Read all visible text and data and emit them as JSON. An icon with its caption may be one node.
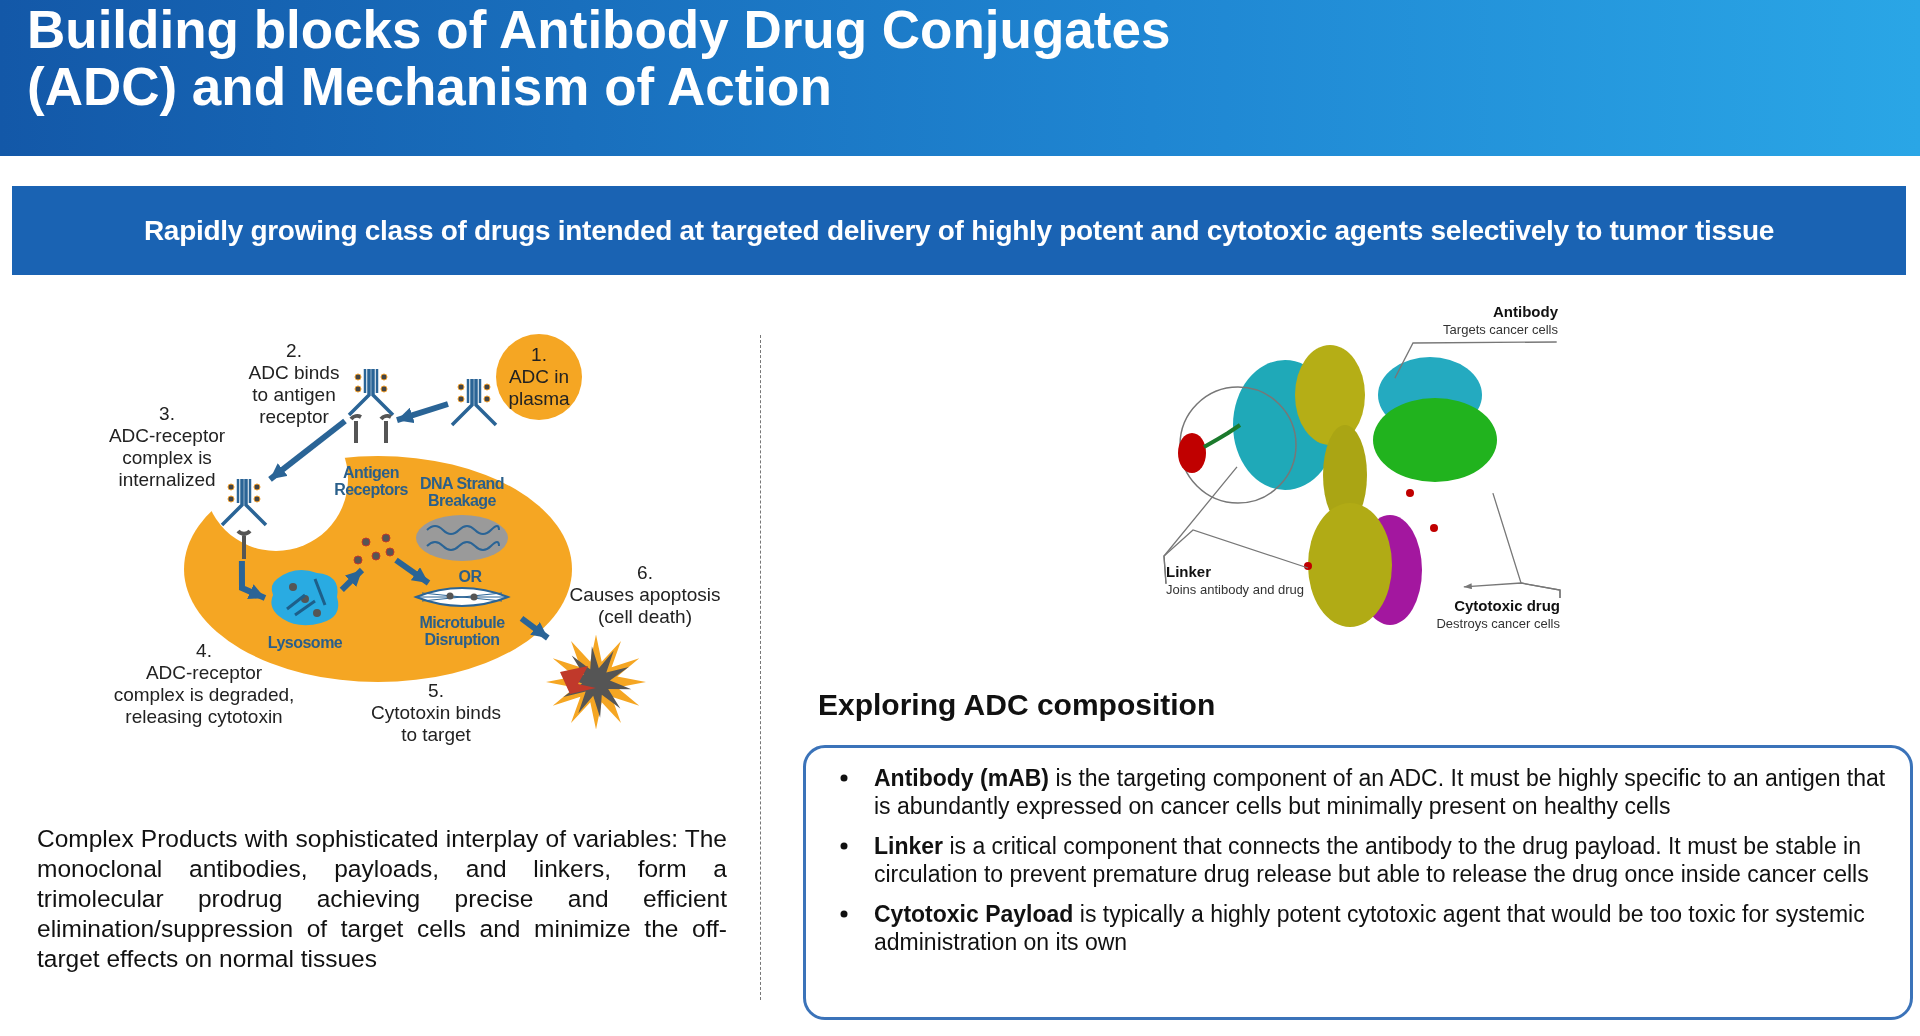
{
  "diagram": {
    "title": "Building blocks of Antibody Drug Conjugates (ADC) and Mechanism of Action",
    "nodes": [
      {
        "text": [
          "1.",
          "ADC in plasma"
        ]
      },
      {
        "text": [
          "2.",
          "ADC binds to antigen receptor"
        ]
      },
      {
        "text": [
          "3.",
          "ADC-receptor complex is internalized"
        ]
      },
      {
        "text": [
          "4.",
          "ADC-receptor complex is degraded, releasing cytotoxin"
        ]
      },
      {
        "text": [
          "5.",
          "Cytotoxin binds to target"
        ]
      },
      {
        "text": [
          "6.",
          "Causes apoptosis (cell death)"
        ]
      },
      {
        "text": [
          "Antigen Receptors"
        ]
      },
      {
        "text": [
          "Lysosome"
        ],
        "in": 6
      },
      {
        "text": [
          "DNA Strand Breakage"
        ],
        "in": 6
      },
      {
        "text": [
          "Microtubule Disruption"
        ],
        "in": 6
      },
      {
        "text": [],
        "shape": "picture"
      },
      {
        "text": [],
        "shape": "picture"
      },
      {
        "text": [],
        "shape": "picture",
        "in": 6
      },
      {
        "text": [],
        "shape": "picture",
        "in": 6
      },
      {
        "text": [],
        "shape": "picture"
      },
      {
        "text": [],
        "shape": "picture"
      },
      {
        "text": [
          "Antibody",
          "Targets cancer cells"
        ]
      },
      {
        "text": [
          "Linker",
          "Joins antibody and drug"
        ]
      },
      {
        "text": [
          "Cytotoxic drug",
          "Destroys cancer cells"
        ]
      },
      {
        "text": [
          "Rapidly growing class of drugs intended at targeted delivery of highly potent and cytotoxic agents selectively to tumor tissue"
        ]
      },
      {
        "text": [
          "**Antibody (mAB)** is the targeting component of an ADC. It must be highly specific to an antigen that is abundantly expressed on cancer cells but minimally present on healthy cells",
          "**Linker** is a critical component that connects the antibody to the drug payload. It must be stable in circulation to prevent premature drug release but able to release the drug once inside cancer cells",
          "**Cytotoxic Payload** is typically a highly potent cytotoxic agent that would be too toxic for systemic administration on its own"
        ]
      }
    ],
    "edges": [
      {
        "from": 10,
        "to": 11,
        "arrow": "to"
      },
      {
        "from": 11,
        "to": 12,
        "arrow": "to"
      },
      {
        "from": 12,
        "to": 7,
        "arrow": "to"
      },
      {
        "from": 7,
        "to": 13,
        "arrow": "to"
      },
      {
        "from": 13,
        "to": 9,
        "arrow": "to"
      },
      {
        "from": 9,
        "to": 14,
        "arrow": "to"
      },
      {
        "from": 16,
        "to": 15,
        "arrow": "none"
      },
      {
        "from": 17,
        "to": 15,
        "arrow": "none"
      },
      {
        "from": 17,
        "to": 15,
        "arrow": "none"
      },
      {
        "from": 18,
        "to": 15,
        "arrow": "none"
      },
      {
        "from": 18,
        "to": 15,
        "arrow": "to"
      }
    ],
    "labels": [
      "OR",
      "Complex Products with sophisticated interplay of variables: The monoclonal antibodies, payloads, and linkers, form a trimolecular prodrug achieving precise and efficient elimination/suppression of target cells and minimize the off-target effects on normal tissues",
      "Exploring ADC composition"
    ]
  }
}
